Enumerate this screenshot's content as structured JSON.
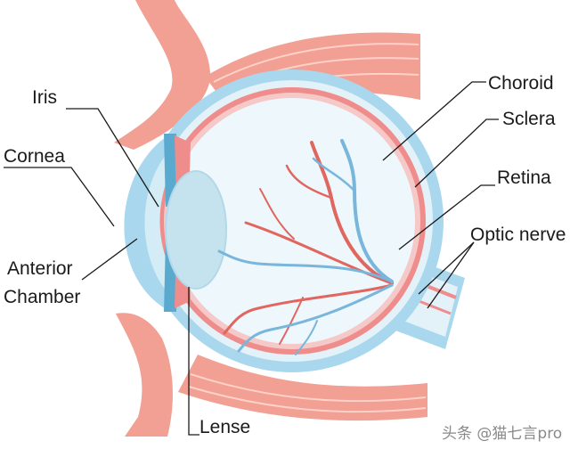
{
  "diagram": {
    "labels": {
      "iris": "Iris",
      "cornea": "Cornea",
      "anterior": "Anterior",
      "chamber": "Chamber",
      "lense": "Lense",
      "choroid": "Choroid",
      "sclera": "Sclera",
      "retina": "Retina",
      "optic_nerve": "Optic nerve"
    },
    "watermark": "头条 @猫七言pro",
    "colors": {
      "sclera_blue": "#a9d8ee",
      "inner_blue": "#e3f2f8",
      "vitreous": "#eef7fb",
      "choroid_red": "#ef8c8c",
      "muscle_pink": "#f29f94",
      "muscle_line": "#ffd2c8",
      "lens": "#c4e3ef",
      "vessel_red": "#e0665f",
      "vessel_blue": "#78b6dc"
    }
  }
}
